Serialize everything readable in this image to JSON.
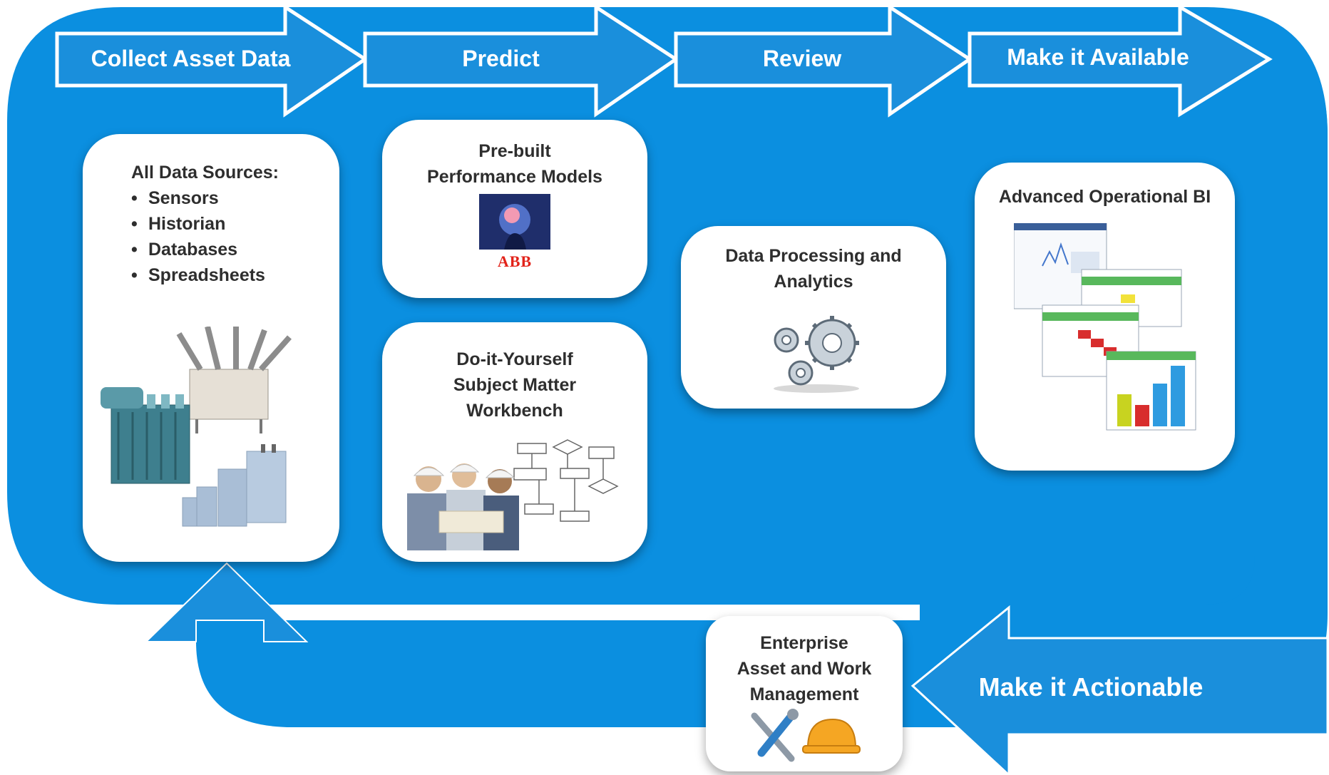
{
  "colors": {
    "loop_blue": "#0b8fe0",
    "arrow_blue": "#1a8fdc",
    "card_bg": "#ffffff",
    "text_dark": "#2e2e2e",
    "abb_red": "#e2231a"
  },
  "steps": [
    {
      "label": "Collect Asset Data"
    },
    {
      "label": "Predict"
    },
    {
      "label": "Review"
    },
    {
      "label": "Make it Available"
    }
  ],
  "feedback_label": "Make it Actionable",
  "cards": {
    "data_sources": {
      "title": "All Data Sources:",
      "items": [
        "Sensors",
        "Historian",
        "Databases",
        "Spreadsheets"
      ],
      "icon": "electrical-equipment-photo"
    },
    "prebuilt": {
      "line1": "Pre-built",
      "line2": "Performance Models",
      "logo_text": "ABB",
      "icon": "brain-head-icon"
    },
    "diy": {
      "line1": "Do-it-Yourself",
      "line2": "Subject Matter",
      "line3": "Workbench",
      "icon": "engineers-flowchart-photo"
    },
    "processing": {
      "line1": "Data Processing and",
      "line2": "Analytics",
      "icon": "gears-icon"
    },
    "bi": {
      "title": "Advanced Operational BI",
      "icon": "reports-charts-icon"
    },
    "enterprise": {
      "line1": "Enterprise",
      "line2": "Asset and Work",
      "line3": "Management",
      "icon": "tools-hardhat-icon"
    }
  }
}
